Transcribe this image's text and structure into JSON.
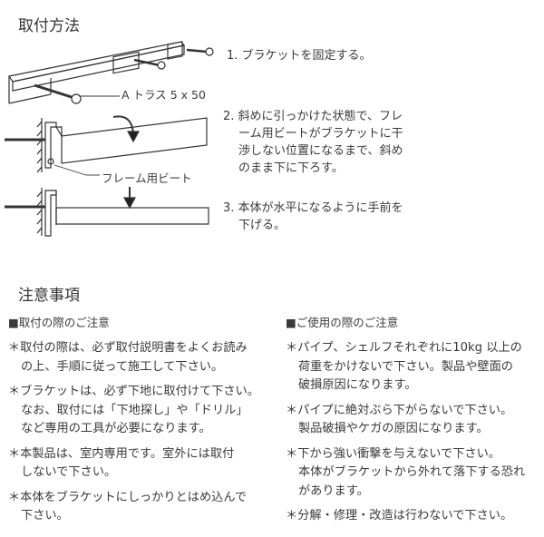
{
  "install": {
    "title": "取付方法",
    "label_screw": "A トラス 5 x 50",
    "label_bit": "フレーム用ビート",
    "steps": [
      {
        "lines": [
          "1. ブラケットを固定する。"
        ]
      },
      {
        "lines": [
          "2. 斜めに引っかけた状態で、フレ",
          "ーム用ビートがブラケットに干",
          "渉しない位置になるまで、斜め",
          "のまま下に下ろす。"
        ]
      },
      {
        "lines": [
          "3. 本体が水平になるように手前を",
          "下げる。"
        ]
      }
    ]
  },
  "cautions": {
    "title": "注意事項",
    "left": {
      "heading": "■取付の際のご注意",
      "items": [
        {
          "lines": [
            "＊取付の際は、必ず取付説明書をよくお読み",
            "の上、手順に従って施工して下さい。"
          ]
        },
        {
          "lines": [
            "＊ブラケットは、必ず下地に取付けて下さい。",
            "なお、取付には「下地探し」や「ドリル」",
            "など専用の工具が必要になります。"
          ]
        },
        {
          "lines": [
            "＊本製品は、室内専用です。室外には取付",
            "しないで下さい。"
          ]
        },
        {
          "lines": [
            "＊本体をブラケットにしっかりとはめ込んで",
            "下さい。"
          ]
        }
      ]
    },
    "right": {
      "heading": "■ご使用の際のご注意",
      "items": [
        {
          "lines": [
            "＊パイプ、シェルフそれぞれに10kg 以上の",
            "荷重をかけないで下さい。製品や壁面の",
            "破損原因になります。"
          ]
        },
        {
          "lines": [
            "＊パイプに絶対ぶら下がらないで下さい。",
            "製品破損やケガの原因になります。"
          ]
        },
        {
          "lines": [
            "＊下から強い衝撃を与えないで下さい。",
            "本体がブラケットから外れて落下する恐れ",
            "があります。"
          ]
        },
        {
          "lines": [
            "＊分解・修理・改造は行わないで下さい。"
          ]
        }
      ]
    }
  }
}
